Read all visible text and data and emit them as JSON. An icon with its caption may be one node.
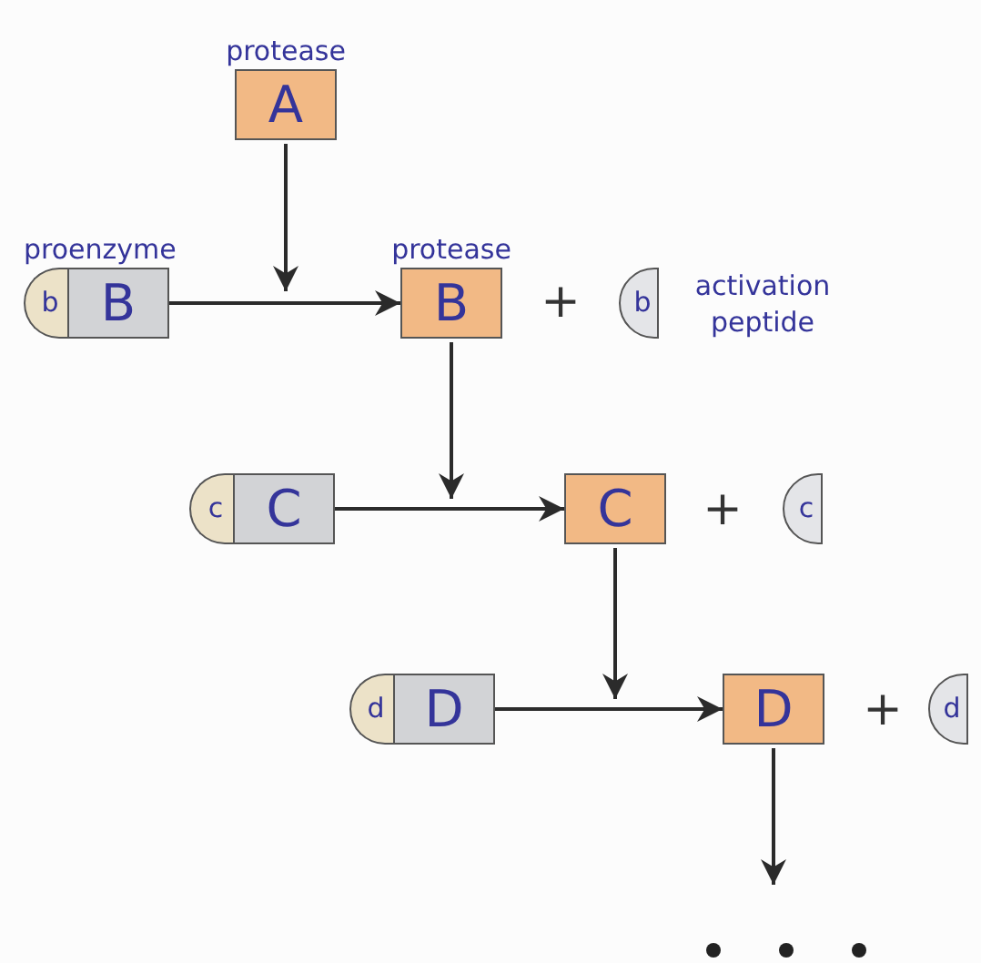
{
  "diagram": {
    "nodes": [
      {
        "text": [
          "protease",
          "A"
        ]
      },
      {
        "text": [
          "proenzyme",
          "b",
          "B"
        ]
      },
      {
        "text": [
          "protease",
          "B"
        ]
      },
      {
        "text": [
          "b"
        ],
        "beside": [
          "activation peptide"
        ]
      },
      {
        "text": [
          "c",
          "C"
        ]
      },
      {
        "text": [
          "C"
        ]
      },
      {
        "text": [
          "c"
        ]
      },
      {
        "text": [
          "d",
          "D"
        ]
      },
      {
        "text": [
          "D"
        ]
      },
      {
        "text": [
          "d"
        ]
      }
    ],
    "edges": [
      {
        "from": 0,
        "to": null,
        "arrow": "to"
      },
      {
        "from": 1,
        "to": 2,
        "arrow": "to"
      },
      {
        "from": 2,
        "to": null,
        "arrow": "to"
      },
      {
        "from": 4,
        "to": 5,
        "arrow": "to"
      },
      {
        "from": 5,
        "to": null,
        "arrow": "to"
      },
      {
        "from": 7,
        "to": 8,
        "arrow": "to"
      },
      {
        "from": 8,
        "to": null,
        "arrow": "to"
      }
    ],
    "labels": [
      "+",
      "+",
      "+"
    ]
  }
}
